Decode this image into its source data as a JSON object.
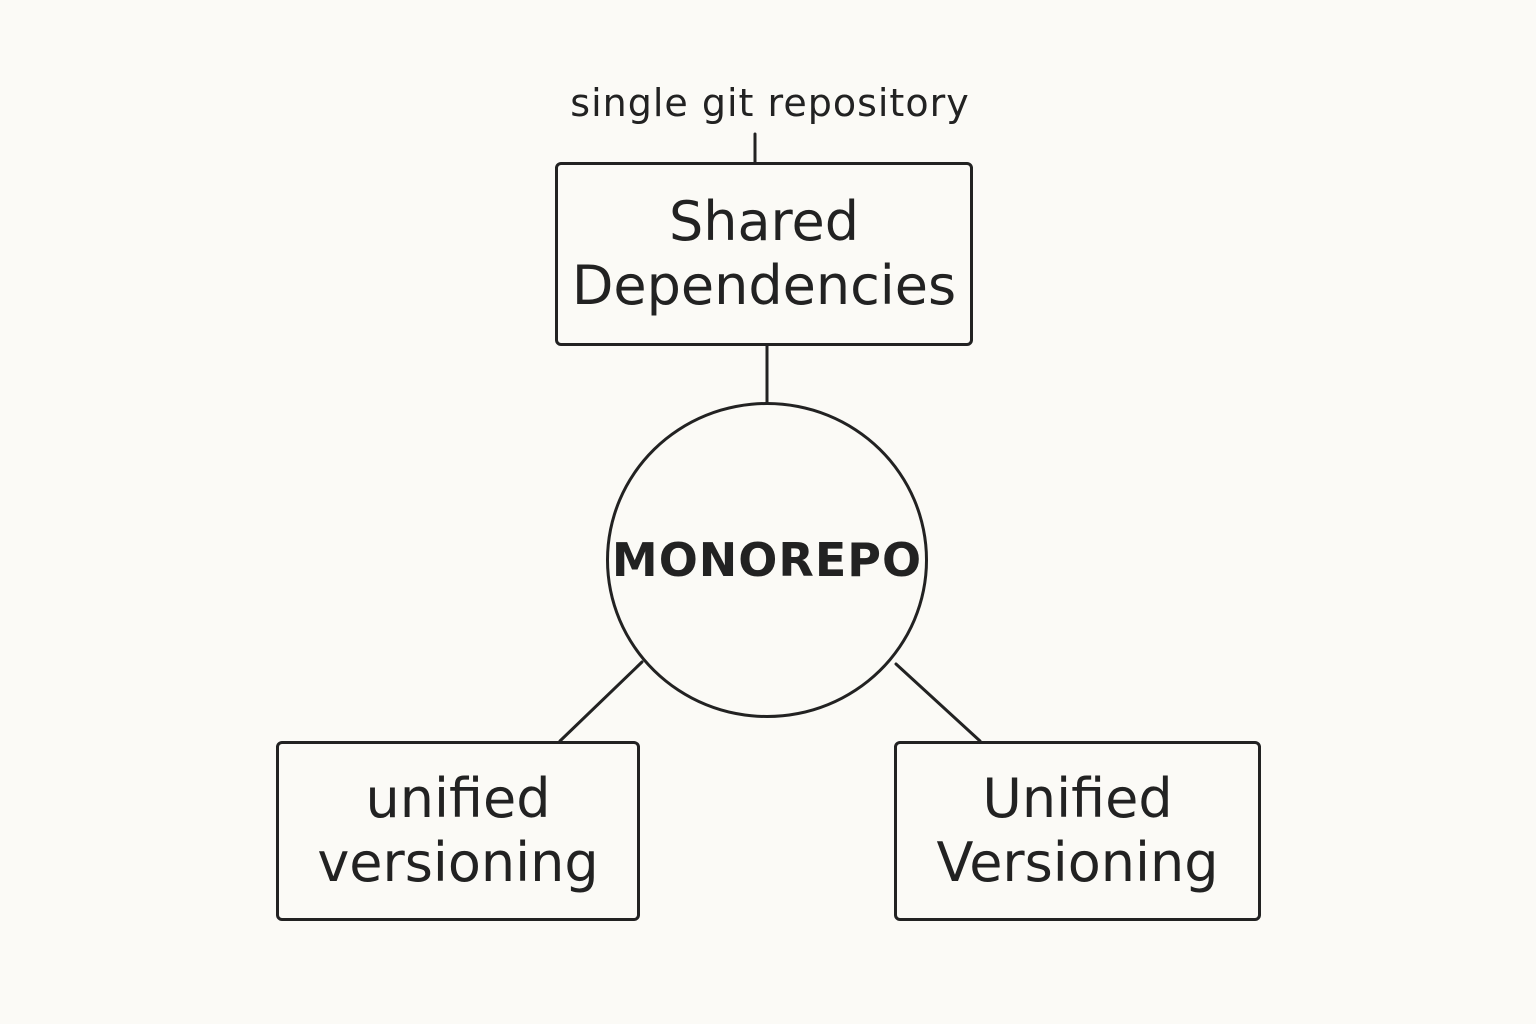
{
  "diagram": {
    "top_label": "single git repository",
    "top_box": {
      "line1": "Shared",
      "line2": "Dependencies"
    },
    "center": {
      "label": "MONOREPO"
    },
    "left_box": {
      "line1": "unified",
      "line2": "versioning"
    },
    "right_box": {
      "line1": "Unified",
      "line2": "Versioning"
    }
  },
  "colors": {
    "background": "#fbfaf6",
    "stroke": "#222222",
    "text": "#222222"
  }
}
